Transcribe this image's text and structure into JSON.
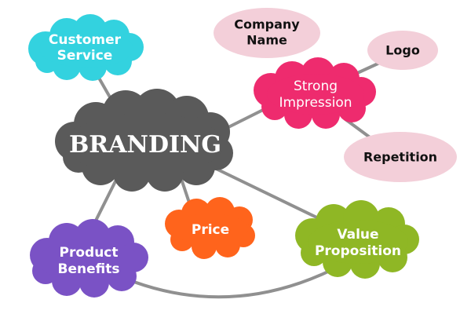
{
  "central": {
    "label": "BRANDING",
    "color": "#5a5a5a",
    "text_color": "#ffffff"
  },
  "nodes": {
    "customer_service": {
      "line1": "Customer",
      "line2": "Service",
      "color": "#33d2df",
      "text_color": "#ffffff"
    },
    "company_name": {
      "line1": "Company",
      "line2": "Name",
      "color": "#f3cfd9",
      "text_color": "#111111"
    },
    "logo": {
      "label": "Logo",
      "color": "#f3cfd9",
      "text_color": "#111111"
    },
    "strong_impression": {
      "line1": "Strong",
      "line2": "Impression",
      "color": "#ee2b6e",
      "text_color": "#ffffff"
    },
    "repetition": {
      "label": "Repetition",
      "color": "#f3cfd9",
      "text_color": "#111111"
    },
    "price": {
      "label": "Price",
      "color": "#ff641c",
      "text_color": "#ffffff"
    },
    "value_proposition": {
      "line1": "Value",
      "line2": "Proposition",
      "color": "#8fb725",
      "text_color": "#ffffff"
    },
    "product_benefits": {
      "line1": "Product",
      "line2": "Benefits",
      "color": "#7a52c5",
      "text_color": "#ffffff"
    }
  },
  "connector_color": "#909090"
}
